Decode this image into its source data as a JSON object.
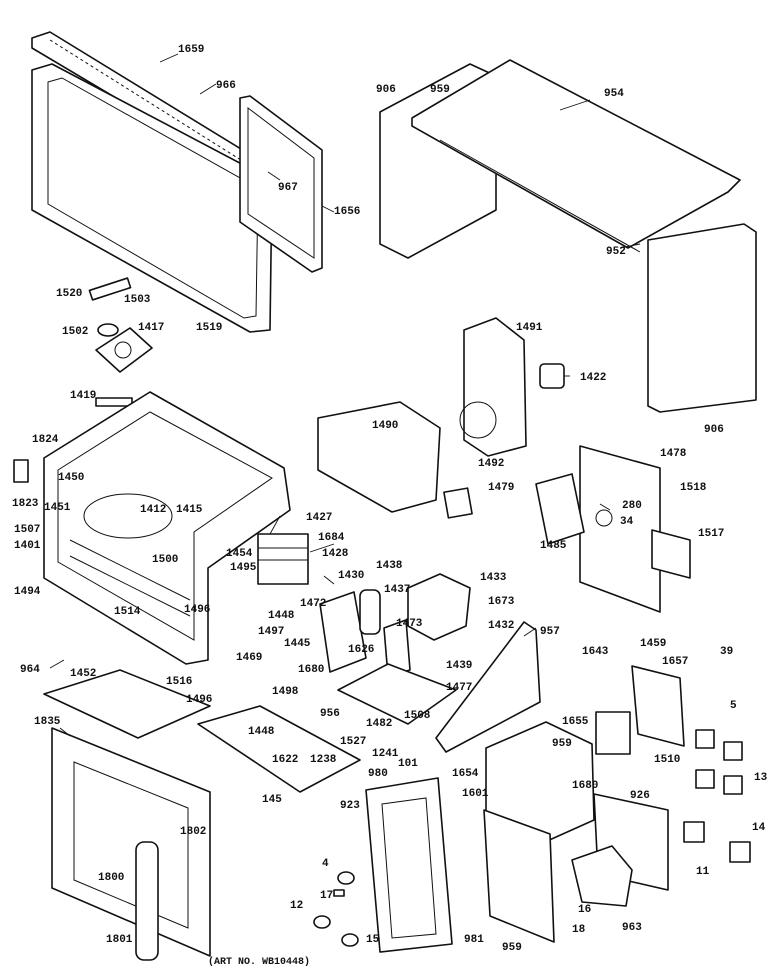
{
  "art_number": "(ART NO. WB10448)",
  "labels": {
    "l1659": "1659",
    "l966": "966",
    "l967": "967",
    "l1656": "1656",
    "l1519": "1519",
    "l906a": "906",
    "l959": "959",
    "l954": "954",
    "l952": "952",
    "l906b": "906",
    "l1520": "1520",
    "l1503": "1503",
    "l1502": "1502",
    "l1417": "1417",
    "l1491": "1491",
    "l1422": "1422",
    "l1419": "1419",
    "l1490": "1490",
    "l1492": "1492",
    "l1478": "1478",
    "l1518": "1518",
    "l1824": "1824",
    "l1823": "1823",
    "l1450": "1450",
    "l1451": "1451",
    "l1412": "1412",
    "l1415": "1415",
    "l1507": "1507",
    "l1401": "1401",
    "l1500": "1500",
    "l1427": "1427",
    "l1479": "1479",
    "l280": "280",
    "l34": "34",
    "l1485": "1485",
    "l1517": "1517",
    "l1454": "1454",
    "l1684": "1684",
    "l1428": "1428",
    "l1495": "1495",
    "l1430": "1430",
    "l1438": "1438",
    "l1437": "1437",
    "l1433": "1433",
    "l1494": "1494",
    "l1514": "1514",
    "l1496": "1496",
    "l1448a": "1448",
    "l1472": "1472",
    "l1673": "1673",
    "l957": "957",
    "l1497": "1497",
    "l1445": "1445",
    "l1473": "1473",
    "l1432": "1432",
    "l964": "964",
    "l1452": "1452",
    "l1516": "1516",
    "l1469": "1469",
    "l1626": "1626",
    "l1439": "1439",
    "l1643": "1643",
    "l1459": "1459",
    "l1657": "1657",
    "l39": "39",
    "l1680a": "1680",
    "l1498": "1498",
    "l1477": "1477",
    "l1496b": "1496",
    "l1448b": "1448",
    "l956": "956",
    "l1508": "1508",
    "l5": "5",
    "l1482": "1482",
    "l1655": "1655",
    "l1835": "1835",
    "l1527": "1527",
    "l1241": "1241",
    "l959b": "959",
    "l1510": "1510",
    "l1622": "1622",
    "l1238": "1238",
    "l101": "101",
    "l13": "13",
    "l980": "980",
    "l1654": "1654",
    "l1680b": "1680",
    "l145": "145",
    "l923": "923",
    "l1601": "1601",
    "l926": "926",
    "l1802": "1802",
    "l14": "14",
    "l4": "4",
    "l11": "11",
    "l1800": "1800",
    "l17": "17",
    "l16": "16",
    "l12": "12",
    "l963": "963",
    "l1801": "1801",
    "l15": "15",
    "l981": "981",
    "l959c": "959",
    "l18": "18"
  }
}
